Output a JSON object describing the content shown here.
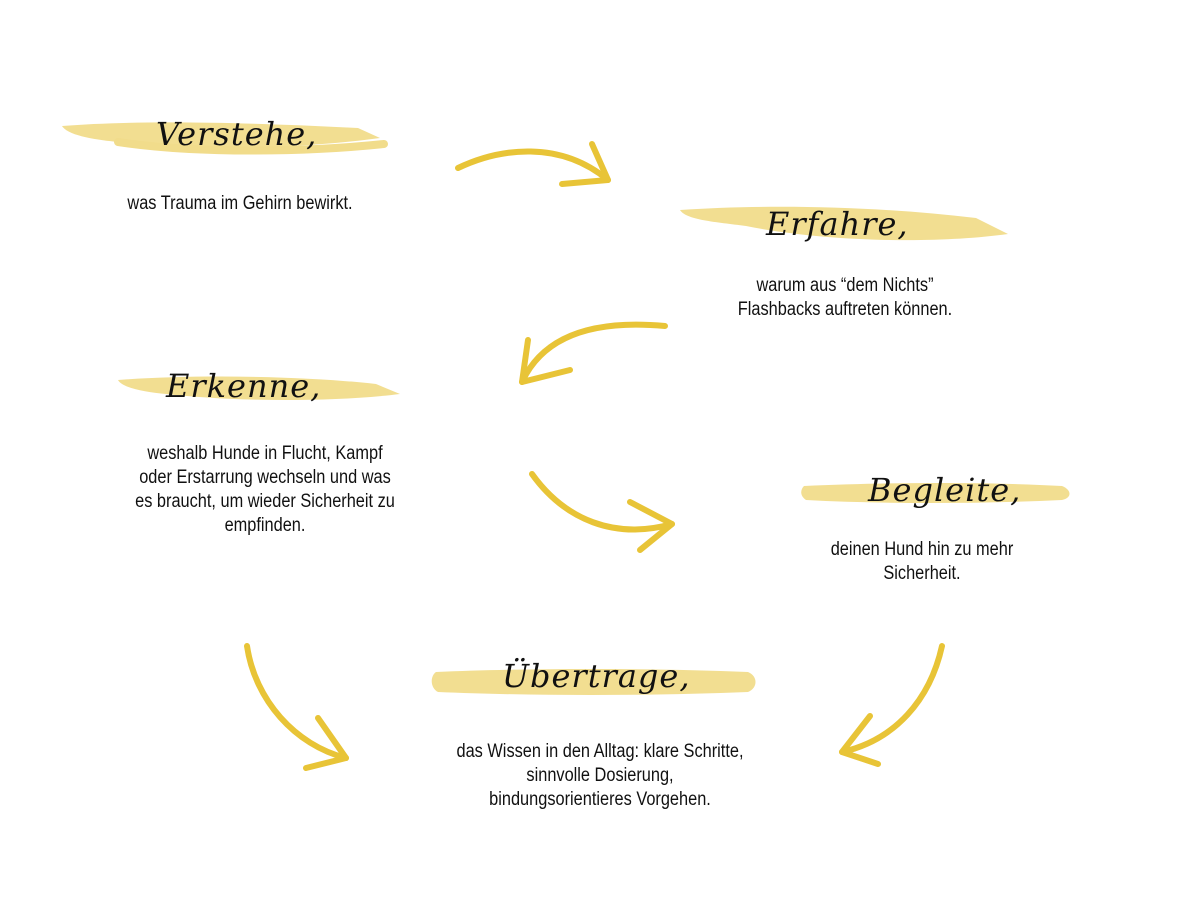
{
  "colors": {
    "accent": "#e8c437",
    "highlight": "#f1dc8b",
    "text": "#111111",
    "background": "#ffffff"
  },
  "steps": [
    {
      "title": "Verstehe,",
      "lines": [
        "was Trauma im Gehirn bewirkt."
      ]
    },
    {
      "title": "Erfahre,",
      "lines": [
        "warum aus “dem Nichts”",
        "Flashbacks auftreten können."
      ]
    },
    {
      "title": "Erkenne,",
      "lines": [
        "weshalb Hunde in Flucht, Kampf",
        "oder Erstarrung wechseln und was",
        "es braucht, um wieder Sicherheit zu",
        "empfinden."
      ]
    },
    {
      "title": "Begleite,",
      "lines": [
        "deinen Hund hin zu mehr",
        "Sicherheit."
      ]
    },
    {
      "title": "Übertrage,",
      "lines": [
        "das Wissen in den Alltag: klare Schritte,",
        "sinnvolle Dosierung,",
        "bindungsorientieres Vorgehen."
      ]
    }
  ],
  "arrows": [
    {
      "from": "Verstehe,",
      "to": "Erfahre,"
    },
    {
      "from": "Erfahre,",
      "to": "Erkenne,"
    },
    {
      "from": "Erkenne,",
      "to": "Begleite,"
    },
    {
      "from": "Erkenne,",
      "to": "Übertrage,"
    },
    {
      "from": "Begleite,",
      "to": "Übertrage,"
    }
  ]
}
